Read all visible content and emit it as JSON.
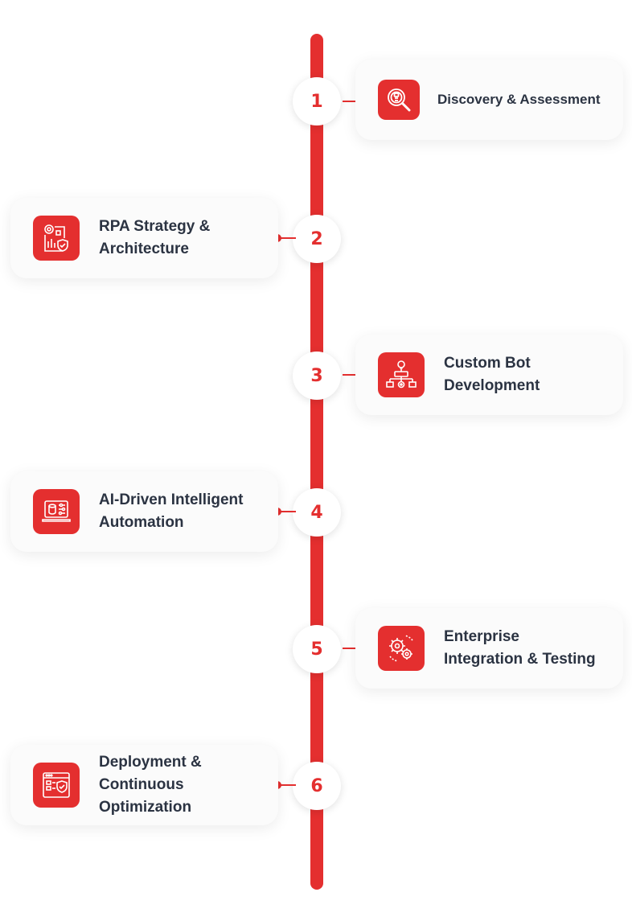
{
  "accent_color": "#e42f2f",
  "text_color": "#2b3342",
  "steps": [
    {
      "number": "1",
      "title": "Discovery & Assessment",
      "icon": "search-magnifier-icon"
    },
    {
      "number": "2",
      "title": "RPA Strategy &\nArchitecture",
      "icon": "strategy-document-shield-icon"
    },
    {
      "number": "3",
      "title": "Custom Bot\nDevelopment",
      "icon": "bot-flowchart-icon"
    },
    {
      "number": "4",
      "title": "AI-Driven Intelligent\nAutomation",
      "icon": "ai-laptop-controls-icon"
    },
    {
      "number": "5",
      "title": "Enterprise\nIntegration & Testing",
      "icon": "integration-gears-icon"
    },
    {
      "number": "6",
      "title": "Deployment &\nContinuous\nOptimization",
      "icon": "deployment-window-shield-icon"
    }
  ]
}
